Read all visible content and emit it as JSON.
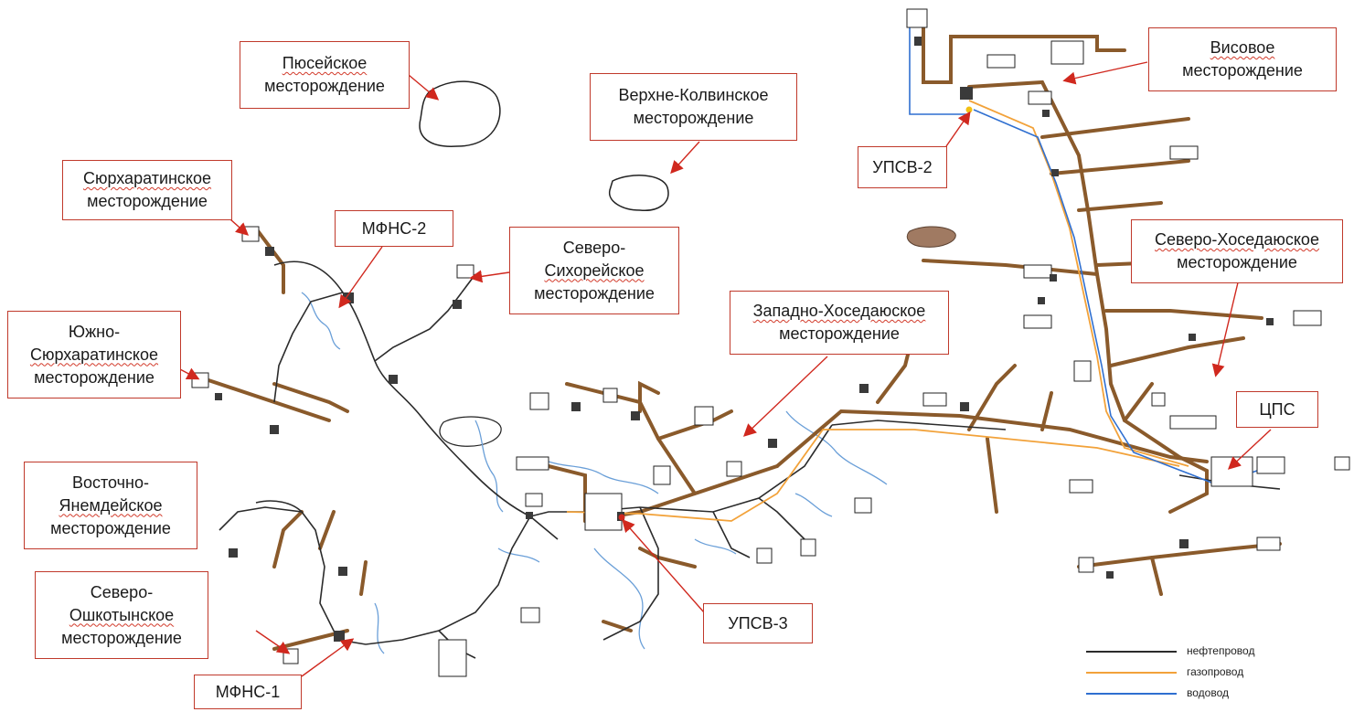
{
  "labels": {
    "pyuseyskoe": {
      "line1": "Пюсейское",
      "line2": "месторождение"
    },
    "verkhne_kolvinskoe": {
      "line1": "Верхне-Колвинское",
      "line2": "месторождение"
    },
    "visovoe": {
      "line1": "Висовое",
      "line2": "месторождение"
    },
    "upsv2": {
      "text": "УПСВ-2"
    },
    "syurkharatinskoe": {
      "line1": "Сюрхаратинское",
      "line2": "месторождение"
    },
    "mfns2": {
      "text": "МФНС-2"
    },
    "severo_sikhoreyskoe": {
      "line1": "Северо-",
      "line2": "Сихорейское",
      "line3": "месторождение"
    },
    "yuzhno_syurkharatinskoe": {
      "line1": "Южно-",
      "line2": "Сюрхаратинское",
      "line3": "месторождение"
    },
    "zapadno_khosedayuskoe": {
      "line1": "Западно-Хоседаюское",
      "line2": "месторождение"
    },
    "severo_khosedayuskoe": {
      "line1": "Северо-Хоседаюское",
      "line2": "месторождение"
    },
    "tsps": {
      "text": "ЦПС"
    },
    "vostochno_yanemdeyskoe": {
      "line1": "Восточно-",
      "line2": "Янемдейское",
      "line3": "месторождение"
    },
    "severo_oshkotynskoe": {
      "line1": "Северо-",
      "line2": "Ошкотынское",
      "line3": "месторождение"
    },
    "upsv3": {
      "text": "УПСВ-3"
    },
    "mfns1": {
      "text": "МФНС-1"
    }
  },
  "legend": [
    {
      "label": "нефтепровод",
      "color": "#2b2b2b"
    },
    {
      "label": "газопровод",
      "color": "#f2a23a"
    },
    {
      "label": "водовод",
      "color": "#2f6fd0"
    }
  ],
  "colors": {
    "pipeline": "#8a5a2b",
    "oil": "#2b2b2b",
    "gas": "#f2a23a",
    "water": "#2f6fd0",
    "river": "#6a9fd8",
    "callout_border": "#c0392b",
    "arrow": "#d0281e",
    "lake_fill": "#a07a62"
  }
}
